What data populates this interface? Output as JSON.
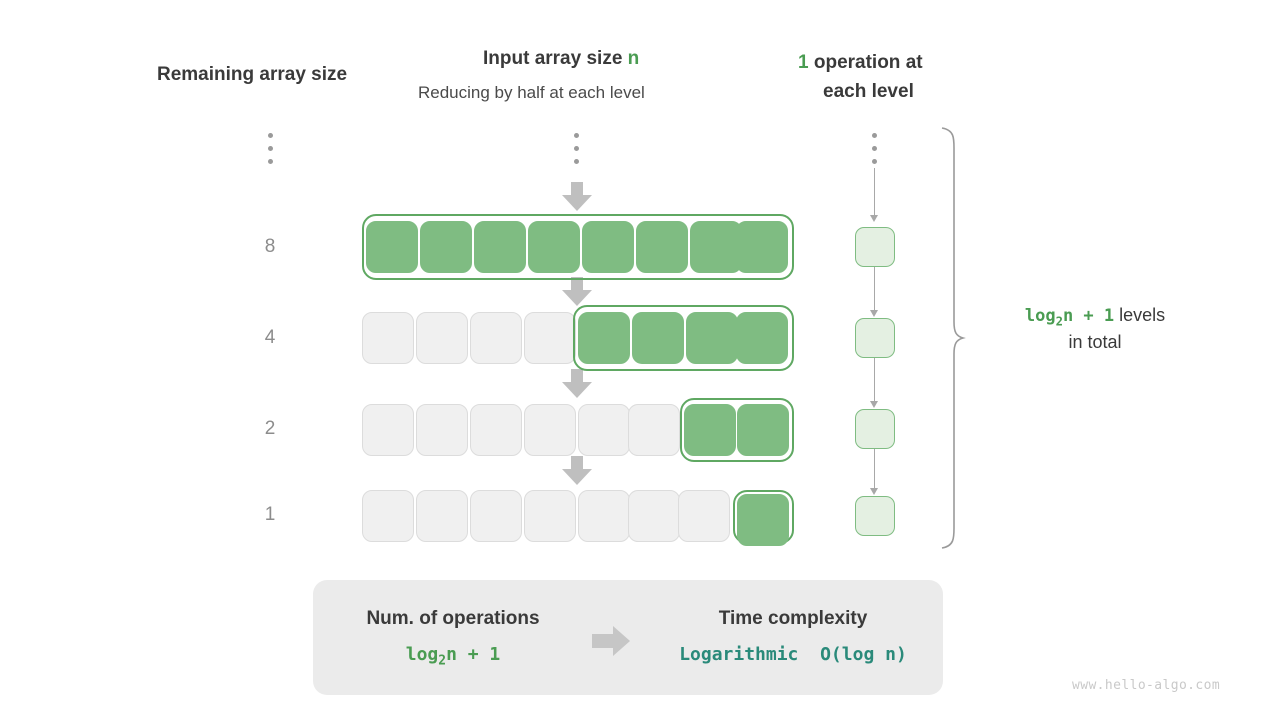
{
  "headers": {
    "left": "Remaining array size",
    "center_title_prefix": "Input array size ",
    "center_title_var": "n",
    "center_subtitle": "Reducing by half at each level",
    "right_count": "1",
    "right_line1_rest": " operation at",
    "right_line2": "each level"
  },
  "rows": [
    {
      "size_label": "8",
      "total_cells": 8,
      "green_cells": 8
    },
    {
      "size_label": "4",
      "total_cells": 8,
      "green_cells": 4
    },
    {
      "size_label": "2",
      "total_cells": 8,
      "green_cells": 2
    },
    {
      "size_label": "1",
      "total_cells": 8,
      "green_cells": 1
    }
  ],
  "operations": {
    "boxes_per_level": 1,
    "levels": 4
  },
  "note": {
    "formula_pre": "log",
    "formula_sub": "2",
    "formula_post": "n + 1",
    "text_after": " levels",
    "line2": "in total"
  },
  "summary": {
    "left_title": "Num. of operations",
    "left_formula_pre": "log",
    "left_formula_sub": "2",
    "left_formula_post": "n + 1",
    "right_title": "Time complexity",
    "right_value_word": "Logarithmic",
    "right_value_bigo": "O(log n)"
  },
  "watermark": "www.hello-algo.com",
  "colors": {
    "green_fill": "#7fbc82",
    "green_border": "#5fa862",
    "green_text": "#4a9c52",
    "light_green_fill": "#e4f0e2",
    "gray_cell_fill": "#f0f0f0",
    "gray_cell_border": "#dcdcdc",
    "arrow_gray": "#bfbfbf",
    "teal_text": "#2a8a7a",
    "panel_bg": "#ebebeb"
  },
  "chart_data": {
    "type": "diagram",
    "title": "Logarithmic time complexity: halving at each level",
    "categories": [
      "8",
      "4",
      "2",
      "1"
    ],
    "values": [
      8,
      4,
      2,
      1
    ],
    "series": [
      {
        "name": "Remaining array size",
        "values": [
          8,
          4,
          2,
          1
        ]
      },
      {
        "name": "Operations per level",
        "values": [
          1,
          1,
          1,
          1
        ]
      }
    ],
    "annotations": [
      "Input array size n",
      "Reducing by half at each level",
      "1 operation at each level",
      "log2n + 1 levels in total",
      "Num. of operations = log2n + 1",
      "Time complexity = Logarithmic O(log n)"
    ]
  }
}
